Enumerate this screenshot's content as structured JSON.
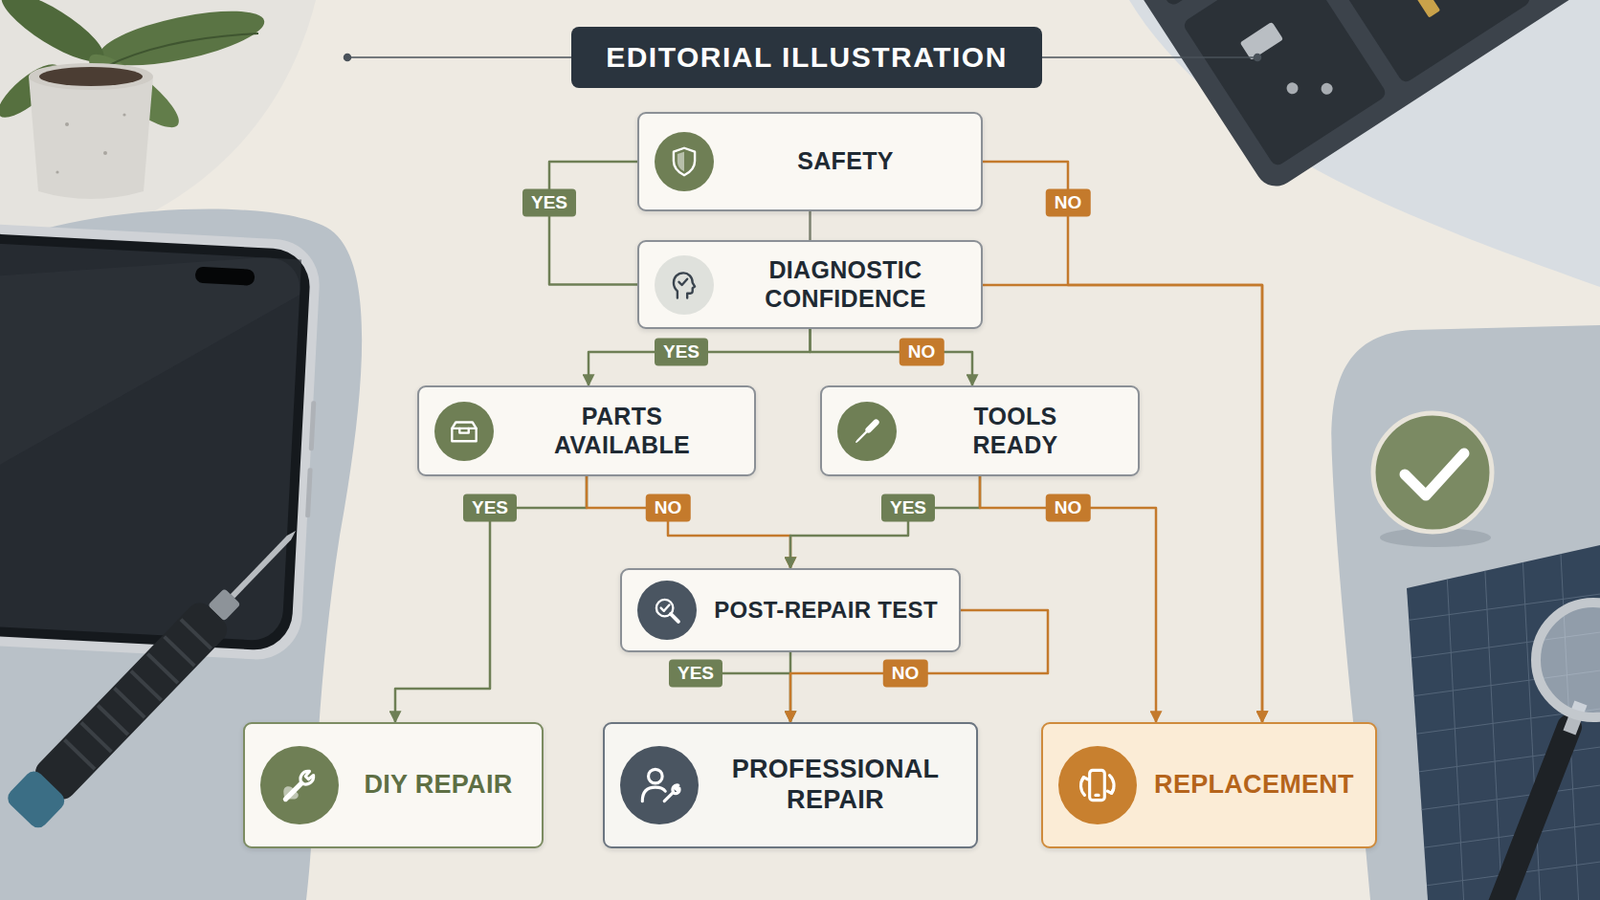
{
  "diagram": {
    "title": "EDITORIAL ILLUSTRATION",
    "nodes": [
      {
        "text": [
          "SAFETY"
        ]
      },
      {
        "text": [
          "DIAGNOSTIC CONFIDENCE"
        ]
      },
      {
        "text": [
          "PARTS AVAILABLE"
        ]
      },
      {
        "text": [
          "TOOLS READY"
        ]
      },
      {
        "text": [
          "POST-REPAIR TEST"
        ]
      },
      {
        "text": [
          "DIY REPAIR"
        ]
      },
      {
        "text": [
          "PROFESSIONAL REPAIR"
        ]
      },
      {
        "text": [
          "REPLACEMENT"
        ]
      }
    ],
    "edges": [
      {
        "from": 0,
        "to": 1,
        "label": "YES",
        "arrow": "none"
      },
      {
        "from": 0,
        "to": 1,
        "arrow": "none"
      },
      {
        "from": 0,
        "to": 7,
        "label": "NO",
        "arrow": "to"
      },
      {
        "from": 1,
        "to": 7,
        "arrow": "to"
      },
      {
        "from": 1,
        "to": 2,
        "label": "YES",
        "arrow": "to"
      },
      {
        "from": 1,
        "to": 3,
        "label": "NO",
        "arrow": "to"
      },
      {
        "from": 2,
        "to": 5,
        "label": "YES",
        "arrow": "to"
      },
      {
        "from": 2,
        "to": 4,
        "label": "NO",
        "arrow": "to"
      },
      {
        "from": 3,
        "to": 4,
        "label": "YES",
        "arrow": "to"
      },
      {
        "from": 3,
        "to": 7,
        "label": "NO",
        "arrow": "to"
      },
      {
        "from": 4,
        "to": 6,
        "label": "YES",
        "arrow": "to"
      },
      {
        "from": 4,
        "to": 6,
        "label": "NO",
        "arrow": "to"
      }
    ]
  }
}
